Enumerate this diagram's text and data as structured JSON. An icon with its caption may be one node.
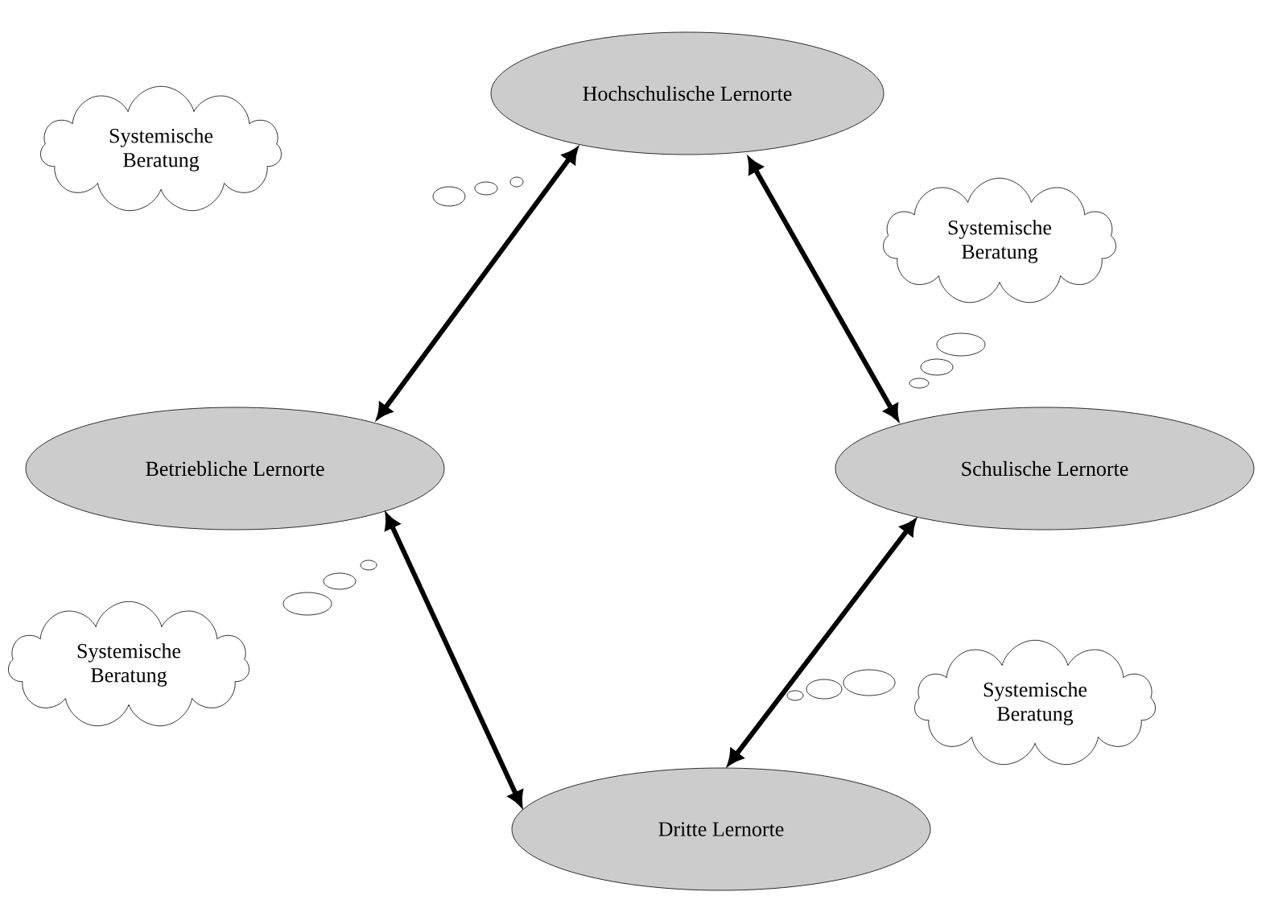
{
  "diagram": {
    "nodes": [
      {
        "text": [
          "Hochschulische Lernorte"
        ]
      },
      {
        "text": [
          "Systemische Beratung"
        ]
      },
      {
        "text": [
          "Systemische Beratung"
        ]
      },
      {
        "text": [
          "Betriebliche Lernorte"
        ]
      },
      {
        "text": [
          "Schulische Lernorte"
        ]
      },
      {
        "text": [
          "Systemische Beratung"
        ]
      },
      {
        "text": [
          "Systemische Beratung"
        ]
      },
      {
        "text": [
          "Dritte Lernorte"
        ]
      }
    ],
    "edges": [
      {
        "from": 3,
        "to": 0,
        "arrow": "both"
      },
      {
        "from": 0,
        "to": 4,
        "arrow": "both"
      },
      {
        "from": 3,
        "to": 7,
        "arrow": "both"
      },
      {
        "from": 4,
        "to": 7,
        "arrow": "both"
      }
    ]
  }
}
